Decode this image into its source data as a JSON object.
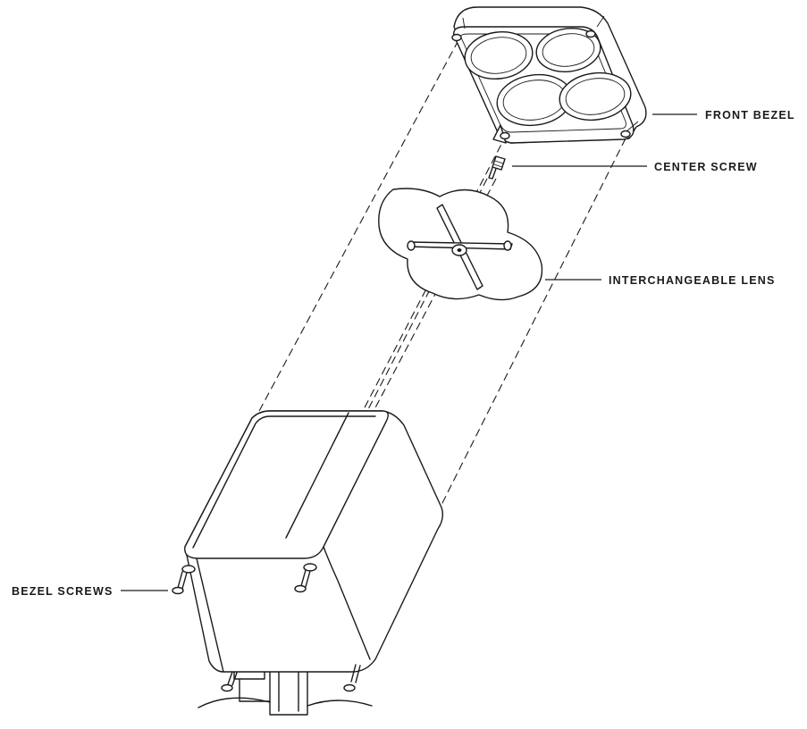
{
  "diagram": {
    "callouts": {
      "front_bezel": "FRONT BEZEL",
      "center_screw": "CENTER SCREW",
      "interchangeable_lens": "INTERCHANGEABLE LENS",
      "bezel_screws": "BEZEL SCREWS"
    },
    "parts": [
      "front-bezel",
      "center-screw",
      "interchangeable-lens",
      "fixture-housing",
      "bezel-screws",
      "mounting-yoke"
    ],
    "colors": {
      "line": "#1a1a1a",
      "background": "#ffffff"
    }
  }
}
